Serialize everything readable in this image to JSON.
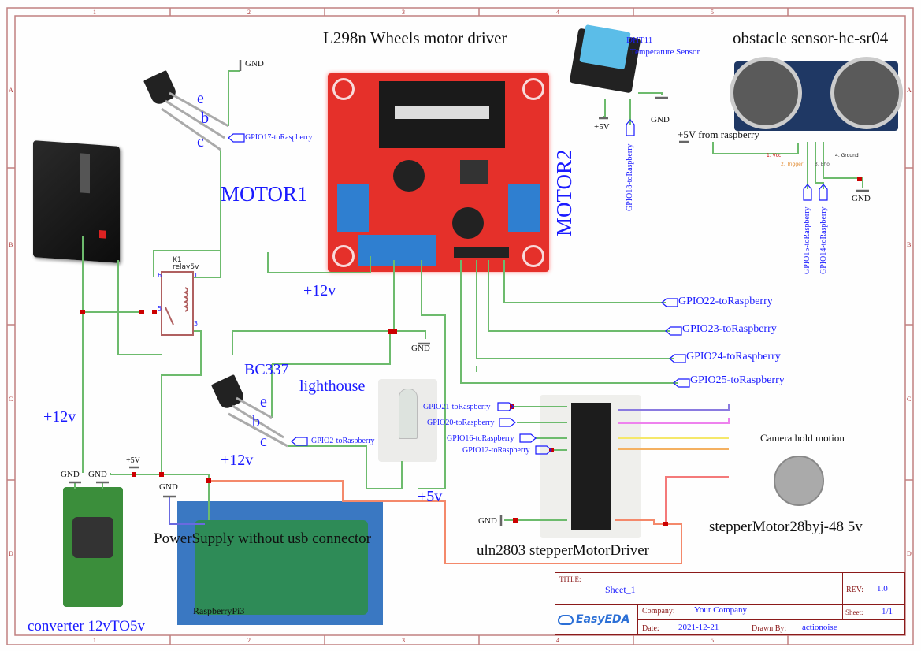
{
  "frame": {
    "columns": [
      "1",
      "2",
      "3",
      "4",
      "5"
    ],
    "rows": [
      "A",
      "B",
      "C",
      "D"
    ]
  },
  "labels": {
    "l298n_title": "L298n Wheels motor driver",
    "motor1": "MOTOR1",
    "motor2": "MOTOR2",
    "plus12v_mid": "+12v",
    "plus12v_left": "+12v",
    "plus12v_low": "+12v",
    "plus5v_mid": "+5v",
    "dht11_name": "DHT11",
    "dht11_desc": "Temperature Sensor",
    "obstacle_title": "obstacle sensor-hc-sr04",
    "plus5v_from_rpi": "+5V from raspberry",
    "hc_pin_vcc": "1. Vcc",
    "hc_pin_trig": "2. Trigger",
    "hc_pin_echo": "3. Eho",
    "hc_pin_gnd": "4. Ground",
    "relay_ref": "K1",
    "relay_val": "relay5v",
    "relay_pin6": "6",
    "relay_pin1": "1",
    "relay_pin5": "5",
    "relay_pin3": "3",
    "bc337": "BC337",
    "lighthouse": "lighthouse",
    "transistor1_e": "e",
    "transistor1_b": "b",
    "transistor1_c": "c",
    "transistor2_e": "e",
    "transistor2_b": "b",
    "transistor2_c": "c",
    "camera_hold": "Camera hold motion",
    "stepper": "stepperMotor28byj-48 5v",
    "uln2803": "uln2803 stepperMotorDriver",
    "power_supply": "PowerSupply without usb connector",
    "rpi": "RaspberryPi3",
    "converter": "converter 12vTO5v",
    "plus5v_conv": "+5V",
    "plus5v_dht": "+5V"
  },
  "gnd_labels": [
    "GND",
    "GND",
    "GND",
    "GND",
    "GND",
    "GND",
    "GND",
    "GND"
  ],
  "net_ports": {
    "gpio17": "GPIO17-toRaspberry",
    "gpio18": "GPIO18-toRaspberry",
    "gpio15": "GPIO15-toRaspberry",
    "gpio14": "GPIO14-toRaspberry",
    "gpio22": "GPIO22-toRaspberry",
    "gpio23": "GPIO23-toRaspberry",
    "gpio24": "GPIO24-toRaspberry",
    "gpio25": "GPIO25-toRaspberry",
    "gpio2": "GPIO2-toRaspberry",
    "gpio21": "GPIO21-toRaspberry",
    "gpio20": "GPIO20-toRaspberry",
    "gpio16": "GPIO16-toRaspberry",
    "gpio12": "GPIO12-toRaspberry"
  },
  "title_block": {
    "title_label": "TITLE:",
    "title_value": "Sheet_1",
    "rev_label": "REV:",
    "rev_value": "1.0",
    "company_label": "Company:",
    "company_value": "Your Company",
    "sheet_label": "Sheet:",
    "sheet_value": "1/1",
    "date_label": "Date:",
    "date_value": "2021-12-21",
    "drawn_label": "Drawn By:",
    "drawn_value": "actionoise",
    "logo": "EasyEDA"
  },
  "colors": {
    "wire": "#6dbb6d",
    "frame": "#c08080",
    "net_label": "#1a1aff",
    "junction": "#cc0000"
  }
}
